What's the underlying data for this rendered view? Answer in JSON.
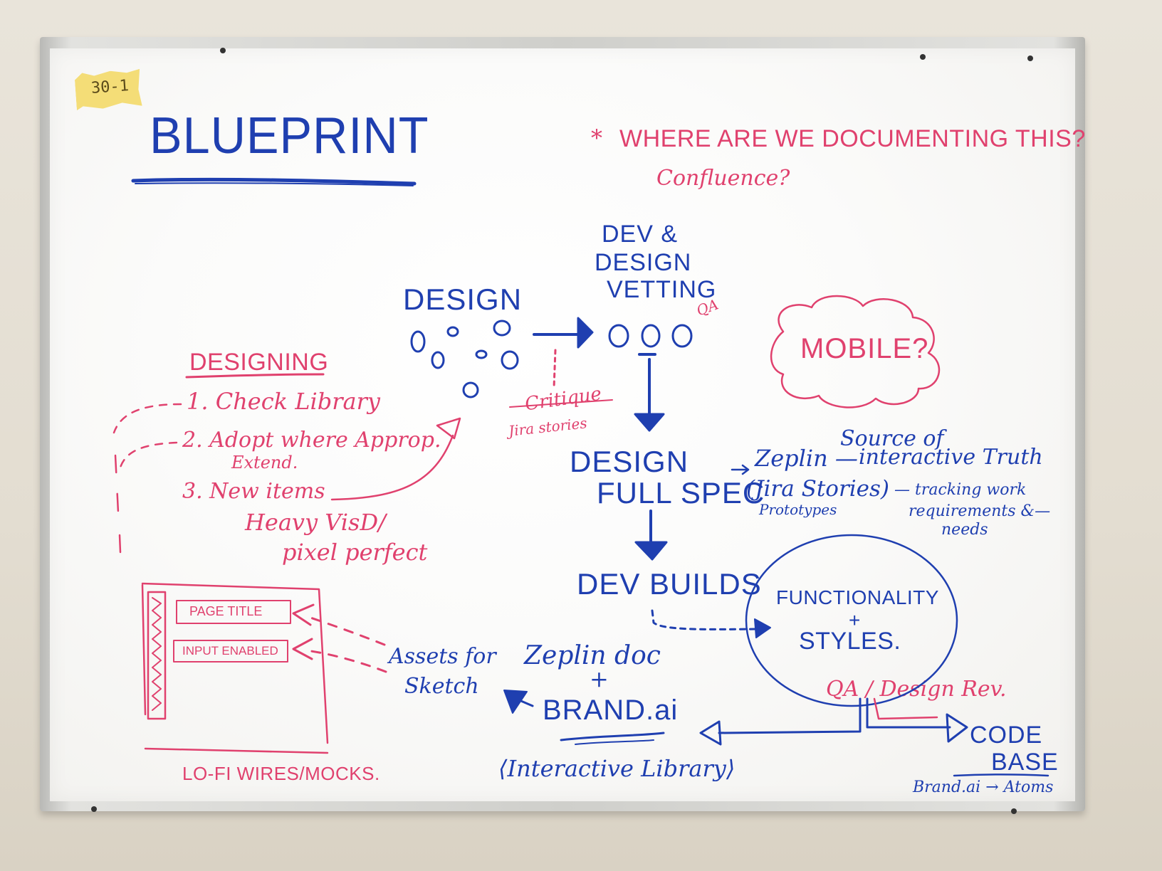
{
  "colors": {
    "blue_marker": "#1f3fb0",
    "red_marker": "#e0416e",
    "tape": "#f3d860"
  },
  "tape_note": "30-1",
  "title": "BLUEPRINT",
  "question_note": {
    "star": "*",
    "line1": "WHERE ARE WE DOCUMENTING THIS?",
    "line2": "Confluence?"
  },
  "flow": {
    "design": "DESIGN",
    "dev_vetting": {
      "line1": "DEV &",
      "line2": "DESIGN",
      "line3": "VETTING",
      "qa": "QA"
    },
    "mobile": "MOBILE?",
    "critique": {
      "line1": "Critique",
      "line2": "Jira stories"
    },
    "design_full_spec": {
      "line1": "DESIGN",
      "line2": "FULL SPEC"
    },
    "zeplin": "Zeplin —",
    "source_truth": {
      "line1": "Source of",
      "line2": "interactive Truth"
    },
    "jira_stories": "(Jira Stories)",
    "prototypes": "Prototypes",
    "tracking": {
      "line1": "— tracking work",
      "line2": "requirements &—",
      "line3": "needs"
    },
    "dev_builds": "DEV BUILDS",
    "functionality": {
      "line1": "FUNCTIONALITY",
      "line2": "+",
      "line3": "STYLES."
    },
    "zeplin_doc": {
      "line1": "Zeplin doc",
      "line2": "+",
      "line3": "BRAND.ai"
    },
    "interactive_library": "⟨Interactive Library⟩",
    "assets_for_sketch": {
      "line1": "Assets for",
      "line2": "Sketch"
    },
    "qa_design_rev": "QA / Design Rev.",
    "code_base": {
      "line1": "CODE",
      "line2": "BASE"
    },
    "brand_atoms": "Brand.ai → Atoms"
  },
  "designing": {
    "heading": "DESIGNING",
    "items": [
      {
        "text": "1. Check Library"
      },
      {
        "text": "2. Adopt where Approp."
      },
      {
        "text": "Extend."
      },
      {
        "text": "3. New items"
      },
      {
        "text": "Heavy VisD/"
      },
      {
        "text": "pixel perfect"
      }
    ]
  },
  "wireframe": {
    "page_title": "PAGE TITLE",
    "input_enabled": "INPUT ENABLED",
    "caption": "LO-FI WIRES/MOCKS."
  }
}
